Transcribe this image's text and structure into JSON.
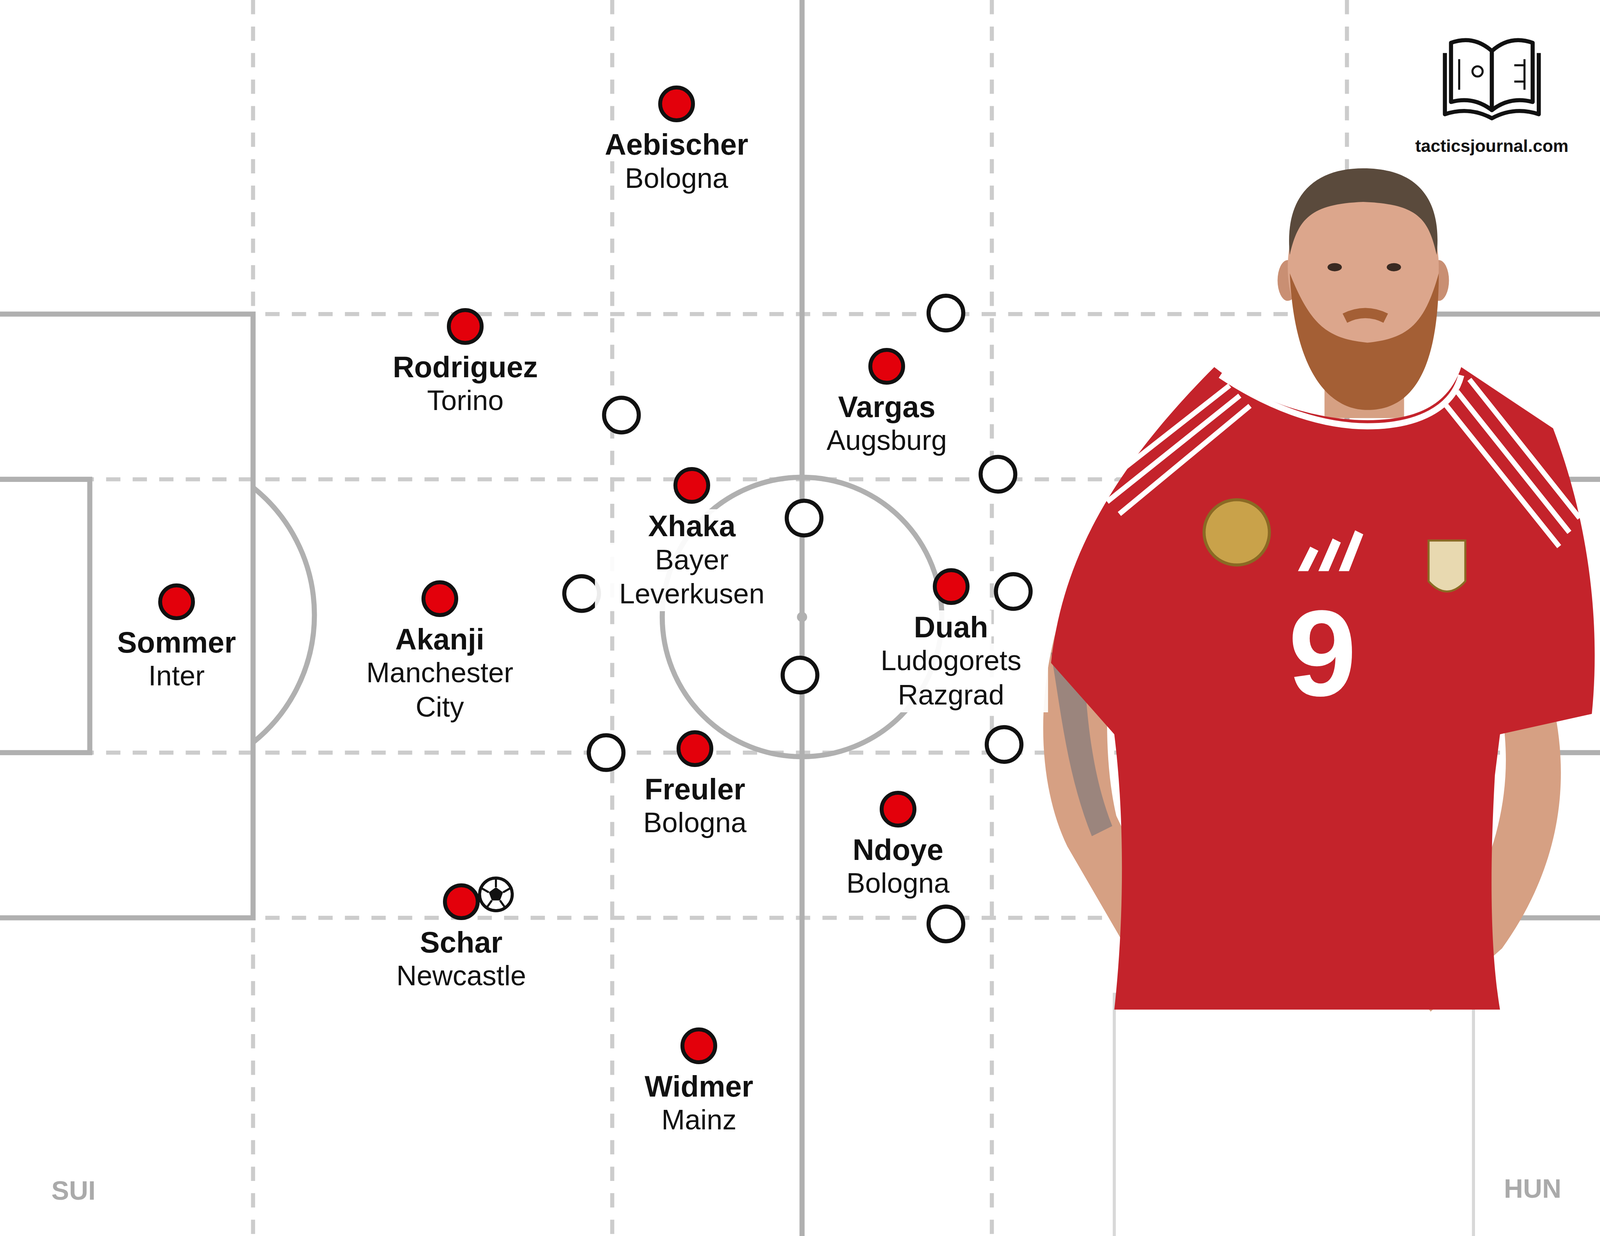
{
  "diagram": {
    "nodes": [
      {
        "text": [
          "Sommer",
          "Inter"
        ]
      },
      {
        "text": [
          "Akanji",
          "Manchester City"
        ]
      },
      {
        "text": [
          "Schar",
          "Newcastle"
        ]
      },
      {
        "text": [
          "Rodriguez",
          "Torino"
        ]
      },
      {
        "text": [
          "Aebischer",
          "Bologna"
        ]
      },
      {
        "text": [
          "Xhaka",
          "Bayer Leverkusen"
        ]
      },
      {
        "text": [
          "Freuler",
          "Bologna"
        ]
      },
      {
        "text": [
          "Widmer",
          "Mainz"
        ]
      },
      {
        "text": [
          "Vargas",
          "Augsburg"
        ]
      },
      {
        "text": [
          "Duah",
          "Ludogorets Razgrad"
        ]
      },
      {
        "text": [
          "Ndoye",
          "Bologna"
        ]
      }
    ],
    "labels": [
      "tacticsjournal.com",
      "9",
      "SUI",
      "HUN"
    ]
  }
}
